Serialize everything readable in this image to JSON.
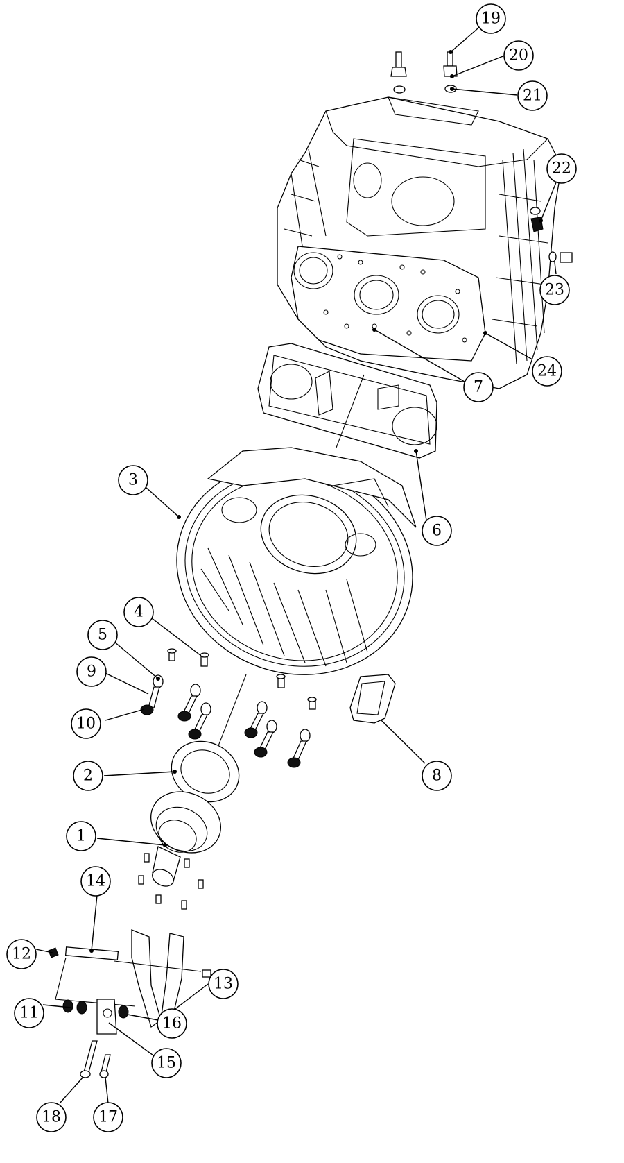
{
  "callouts": [
    {
      "num": "1"
    },
    {
      "num": "2"
    },
    {
      "num": "3"
    },
    {
      "num": "4"
    },
    {
      "num": "5"
    },
    {
      "num": "6"
    },
    {
      "num": "7"
    },
    {
      "num": "8"
    },
    {
      "num": "9"
    },
    {
      "num": "10"
    },
    {
      "num": "11"
    },
    {
      "num": "12"
    },
    {
      "num": "13"
    },
    {
      "num": "14"
    },
    {
      "num": "15"
    },
    {
      "num": "16"
    },
    {
      "num": "17"
    },
    {
      "num": "18"
    },
    {
      "num": "19"
    },
    {
      "num": "20"
    },
    {
      "num": "21"
    },
    {
      "num": "22"
    },
    {
      "num": "23"
    },
    {
      "num": "24"
    }
  ]
}
